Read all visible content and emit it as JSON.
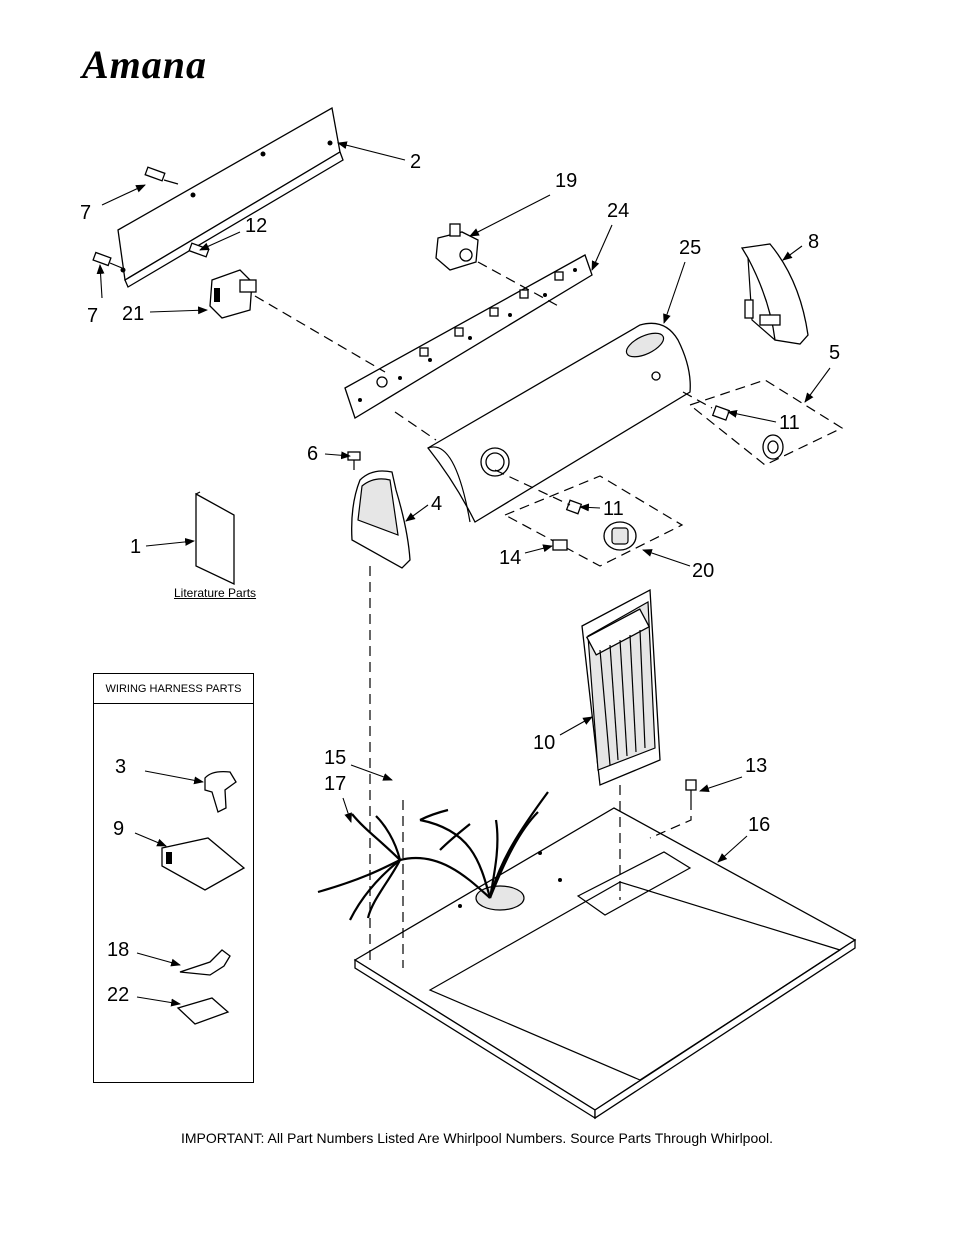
{
  "brand": "Amana",
  "callouts": {
    "c1": "1",
    "c2": "2",
    "c3": "3",
    "c4": "4",
    "c5": "5",
    "c6": "6",
    "c7a": "7",
    "c7b": "7",
    "c8": "8",
    "c9": "9",
    "c10": "10",
    "c11a": "11",
    "c11b": "11",
    "c12": "12",
    "c13": "13",
    "c14": "14",
    "c15": "15",
    "c16": "16",
    "c17": "17",
    "c18": "18",
    "c19": "19",
    "c20": "20",
    "c21": "21",
    "c22": "22",
    "c24": "24",
    "c25": "25"
  },
  "literature_label": "Literature Parts",
  "harness_title": "WIRING HARNESS PARTS",
  "footer": "IMPORTANT: All Part Numbers Listed Are Whirlpool Numbers. Source Parts Through Whirlpool."
}
